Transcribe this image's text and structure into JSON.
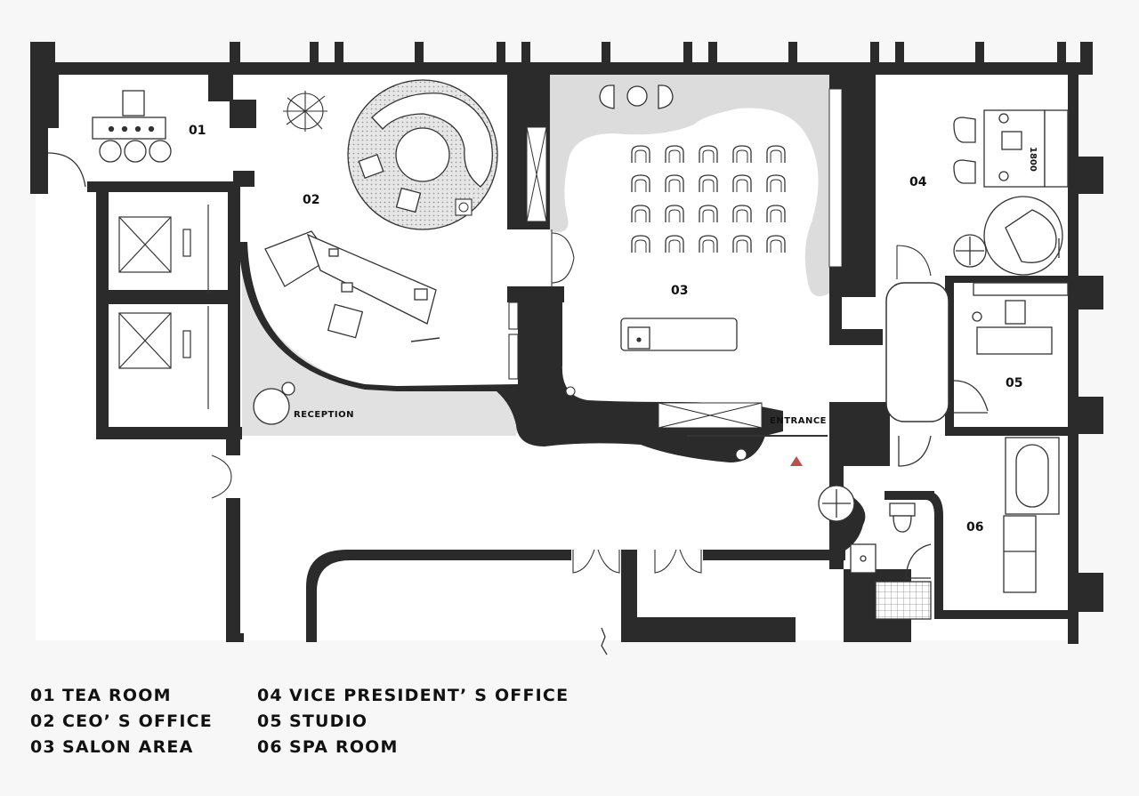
{
  "colors": {
    "wall": "#2b2b2b",
    "floor": "#ffffff",
    "shade": "#dcdcdc",
    "line": "#333333",
    "entrance_marker": "#b5524f",
    "background": "#f7f7f7"
  },
  "rooms": [
    {
      "id": "01",
      "name": "TEA ROOM"
    },
    {
      "id": "02",
      "name": "CEO’ S OFFICE"
    },
    {
      "id": "03",
      "name": "SALON AREA"
    },
    {
      "id": "04",
      "name": "VICE PRESIDENT’ S OFFICE"
    },
    {
      "id": "05",
      "name": "STUDIO"
    },
    {
      "id": "06",
      "name": "SPA ROOM"
    }
  ],
  "annotations": {
    "reception": "RECEPTION",
    "entrance": "ENTRANCE",
    "desk_dimension": "1800"
  },
  "icons": [
    "tree-icon",
    "chair-icon",
    "sofa-icon",
    "elevator-icon",
    "bathtub-icon",
    "toilet-icon",
    "sink-icon",
    "door-swing-icon",
    "entrance-marker-icon"
  ]
}
